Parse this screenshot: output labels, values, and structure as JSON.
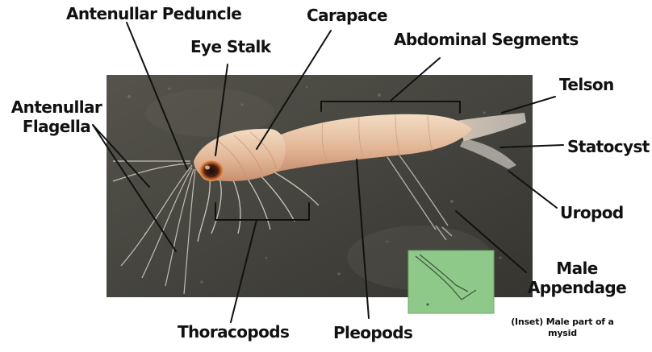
{
  "labels": {
    "antennular_peduncle": "Antenullar Peduncle",
    "carapace": "Carapace",
    "eye_stalk": "Eye Stalk",
    "abdominal_segments": "Abdominal Segments",
    "antennular_flagella_line1": "Antenullar",
    "antennular_flagella_line2": "Flagella",
    "telson": "Telson",
    "statocyst": "Statocyst",
    "uropod": "Uropod",
    "male_appendage_line1": "Male",
    "male_appendage_line2": "Appendage",
    "thoracopods": "Thoracopods",
    "pleopods": "Pleopods",
    "inset_caption_line1": "(Inset) Male part of a",
    "inset_caption_line2": "mysid"
  },
  "colors": {
    "background": "#ffffff",
    "photo_dark": "#3b3a35",
    "photo_light": "#6e6c63",
    "shrimp_body": "#e8cdb3",
    "inset_green": "#8fc98a",
    "leader_line": "#111111"
  }
}
